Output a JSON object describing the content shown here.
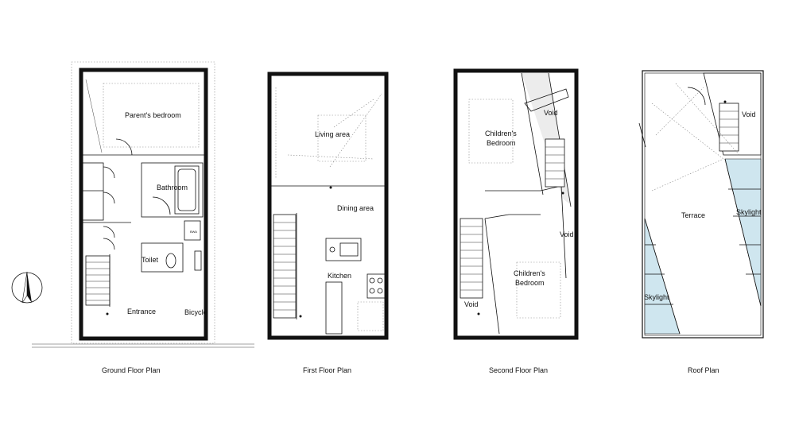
{
  "colors": {
    "line": "#111111",
    "skylight": "#cfe6ef",
    "background": "#ffffff"
  },
  "plans": {
    "ground": {
      "title": "Ground Floor Plan",
      "rooms": {
        "parents_bedroom": "Parent's bedroom",
        "bathroom": "Bathroom",
        "toilet": "Toilet",
        "entrance": "Entrance",
        "bicycle": "Bicycle",
        "washer_tag": "BWA"
      }
    },
    "first": {
      "title": "First Floor Plan",
      "rooms": {
        "living": "Living area",
        "dining": "Dining area",
        "kitchen": "Kitchen"
      }
    },
    "second": {
      "title": "Second Floor Plan",
      "rooms": {
        "childrens_bedroom_1a": "Children's",
        "childrens_bedroom_1b": "Bedroom",
        "childrens_bedroom_2a": "Children's",
        "childrens_bedroom_2b": "Bedroom",
        "void_1": "Void",
        "void_2": "Void",
        "void_3": "Void"
      }
    },
    "roof": {
      "title": "Roof Plan",
      "rooms": {
        "void": "Void",
        "terrace": "Terrace",
        "skylight_1": "Skylight",
        "skylight_2": "Skylight"
      }
    }
  },
  "north_arrow": {
    "icon": "north-arrow-icon"
  }
}
